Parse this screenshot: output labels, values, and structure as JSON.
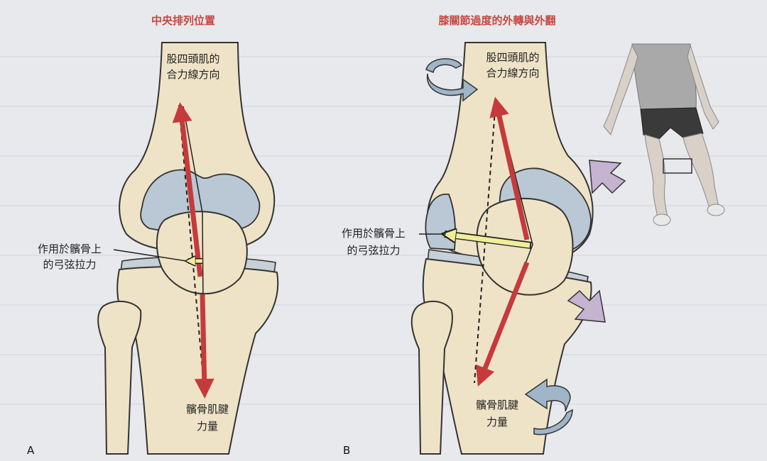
{
  "panels": {
    "a": {
      "title": "中央排列位置",
      "letter": "A",
      "quad_label": [
        "股四頭肌的",
        "合力線方向"
      ],
      "bowstring_label": [
        "作用於髕骨上",
        "的弓弦拉力"
      ],
      "tendon_label": [
        "髕骨肌腱",
        "力量"
      ]
    },
    "b": {
      "title": "膝關節過度的外轉與外翻",
      "letter": "B",
      "quad_label": [
        "股四頭肌的",
        "合力線方向"
      ],
      "bowstring_label": [
        "作用於髕骨上",
        "的弓弦拉力"
      ],
      "tendon_label": [
        "髕骨肌腱",
        "力量"
      ]
    }
  },
  "colors": {
    "bone": "#efe3c7",
    "cartilage": "#b9c8d4",
    "force_arrow": "#c63a3c",
    "bowstring_arrow": "#f0ee9a",
    "rotation_arrow": "#9fb5c8",
    "valgus_arrow": "#c5b3d0",
    "title": "#c8463f"
  }
}
